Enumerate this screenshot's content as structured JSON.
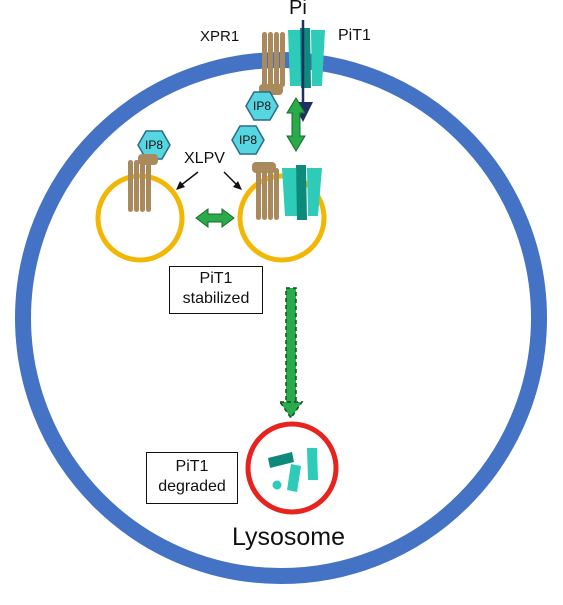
{
  "labels": {
    "pi": "Pi",
    "xpr1": "XPR1",
    "pit1": "PiT1",
    "xlpv": "XLPV",
    "ip8": "IP8",
    "stabilized_line1": "PiT1",
    "stabilized_line2": "stabilized",
    "degraded_line1": "PiT1",
    "degraded_line2": "degraded",
    "lysosome": "Lysosome"
  },
  "colors": {
    "cell_membrane": "#4472C4",
    "vesicle": "#F2B705",
    "lysosome": "#E8231E",
    "xpr1": "#A88A5C",
    "pit1_light": "#2ECBB8",
    "pit1_dark": "#0D8A7C",
    "ip8_fill": "#55D6E0",
    "arrow_green": "#2AAA4A",
    "pi_arrow": "#1F2F66"
  }
}
